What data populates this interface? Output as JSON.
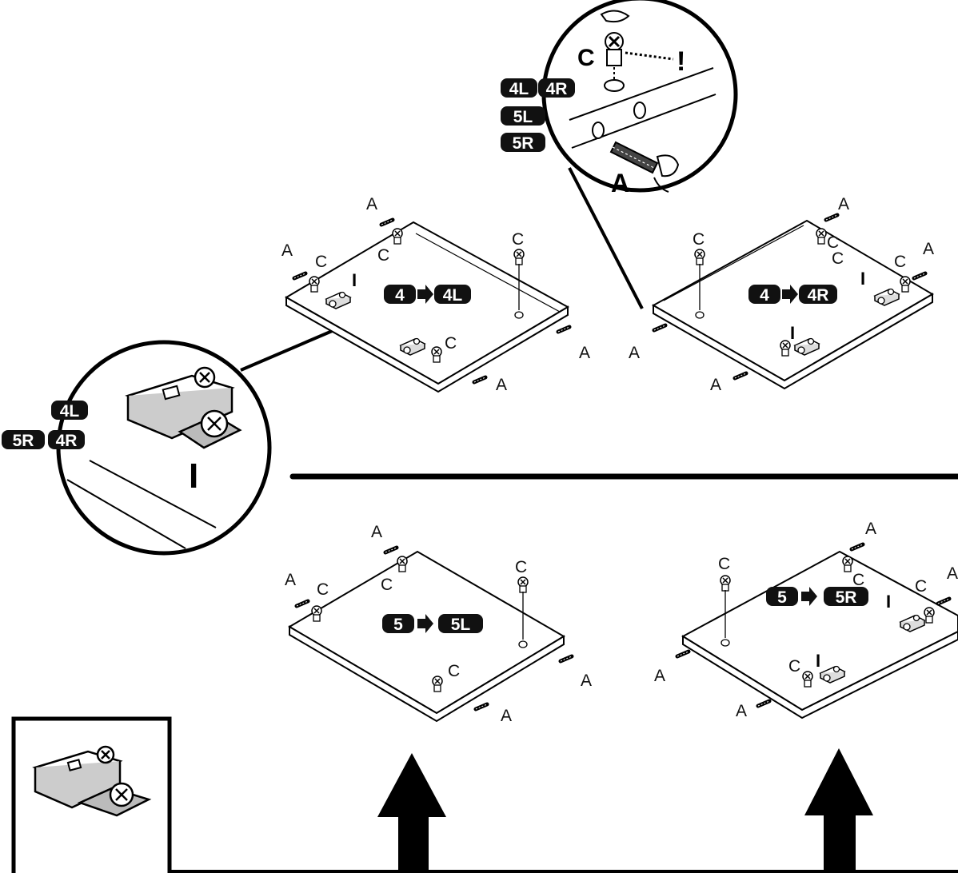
{
  "detail_top": {
    "badges": [
      "4L",
      "4R",
      "5L",
      "5R"
    ],
    "label_c": "C",
    "label_a": "A",
    "mark": "!"
  },
  "detail_left": {
    "badges": [
      "4L",
      "5R",
      "4R"
    ],
    "label_i": "I"
  },
  "panels": [
    {
      "from": "4",
      "to": "4L",
      "labels": [
        "A",
        "A",
        "C",
        "C",
        "C",
        "C",
        "A",
        "A",
        "I"
      ]
    },
    {
      "from": "4",
      "to": "4R",
      "labels": [
        "A",
        "A",
        "C",
        "C",
        "C",
        "C",
        "A",
        "A",
        "I",
        "I"
      ]
    },
    {
      "from": "5",
      "to": "5L",
      "labels": [
        "A",
        "A",
        "C",
        "C",
        "C",
        "C",
        "A",
        "A"
      ]
    },
    {
      "from": "5",
      "to": "5R",
      "labels": [
        "A",
        "A",
        "C",
        "C",
        "C",
        "C",
        "A",
        "A",
        "I",
        "I"
      ]
    }
  ],
  "colors": {
    "ink": "#000000",
    "paper": "#ffffff",
    "badge": "#111111"
  }
}
